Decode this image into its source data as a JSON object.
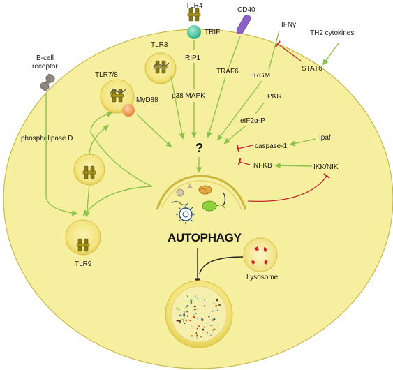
{
  "labels": {
    "tlr4": "TLR4",
    "trif": "TRIF",
    "cd40": "CD40",
    "ifng": "IFNγ",
    "th2": "TH2 cytokines",
    "tlr3": "TLR3",
    "rip1": "RIP1",
    "bcell": [
      "B-cell",
      "receptor"
    ],
    "stat6": "STAT6",
    "tlr78": "TLR7/8",
    "traf6": "TRAF6",
    "irgm": "IRGM",
    "p38": "p38 MAPK",
    "myd88": "MyD88",
    "pkr": "PKR",
    "eif2": "eIF2α-P",
    "pld": "phospholipase D",
    "question": "?",
    "ipaf": "Ipaf",
    "casp1": "caspase-1",
    "nfkb": "NFKB",
    "ikk": "IKK/NIK",
    "tlr9": "TLR9",
    "autophagy": "AUTOPHAGY",
    "lysosome": "Lysosome"
  },
  "colors": {
    "cell_fill": "#f6efa0",
    "cell_stroke": "#c8b84a",
    "activate": "#8cc34a",
    "inhibit": "#c0272d",
    "receptor": "#8a7a14",
    "trif": "#5cc9a6",
    "myd88": "#f3a05e",
    "cd40": "#8d5fc8"
  }
}
